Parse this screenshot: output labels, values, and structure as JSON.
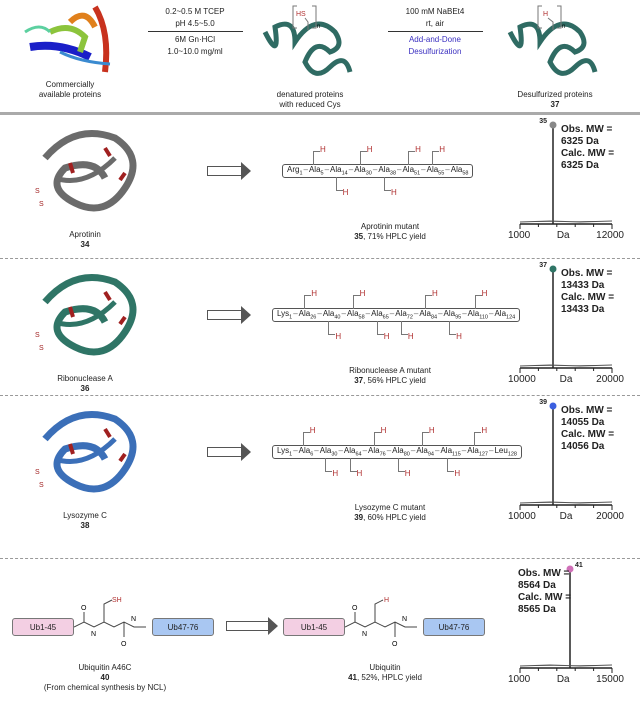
{
  "scheme": {
    "start_label_1": "Commercially",
    "start_label_2": "available proteins",
    "cond1": [
      "0.2~0.5 M TCEP",
      "pH 4.5~5.0",
      "6M Gn·HCl",
      "1.0~10.0 mg/ml"
    ],
    "mid_group": "HS",
    "mid_n": "n",
    "mid_label_1": "denatured proteins",
    "mid_label_2": "with reduced Cys",
    "cond2": [
      "100 mM NaBEt4",
      "rt, air"
    ],
    "cond2_blue": [
      "Add-and-Done",
      "Desulfurization"
    ],
    "end_group": "H",
    "end_n": "n",
    "end_label": "Desulfurized proteins",
    "end_num": "37"
  },
  "rows": [
    {
      "protein": "Aprotinin",
      "num": "34",
      "mutant": "Aprotinin mutant",
      "yield_num": "35",
      "yield": ", 71% HPLC yield",
      "seq": [
        {
          "n": "Arg",
          "s": "1"
        },
        {
          "n": "Ala",
          "s": "5",
          "h": "up"
        },
        {
          "n": "Ala",
          "s": "14",
          "h": "down"
        },
        {
          "n": "Ala",
          "s": "30",
          "h": "up"
        },
        {
          "n": "Ala",
          "s": "38",
          "h": "down"
        },
        {
          "n": "Ala",
          "s": "51",
          "h": "up"
        },
        {
          "n": "Ala",
          "s": "55",
          "h": "up"
        },
        {
          "n": "Ala",
          "s": "58"
        }
      ],
      "spec": {
        "peak_label": "35",
        "obs1": "Obs. MW =",
        "obs2": "6325 Da",
        "calc1": "Calc. MW =",
        "calc2": "6325 Da",
        "xmin": "1000",
        "xmax": "12000",
        "xunit": "Da",
        "color": "#888888"
      }
    },
    {
      "protein": "Ribonuclease A",
      "num": "36",
      "mutant": "Ribonuclease A mutant",
      "yield_num": "37",
      "yield": ", 56% HPLC yield",
      "seq": [
        {
          "n": "Lys",
          "s": "1"
        },
        {
          "n": "Ala",
          "s": "26",
          "h": "up"
        },
        {
          "n": "Ala",
          "s": "40",
          "h": "down"
        },
        {
          "n": "Ala",
          "s": "58",
          "h": "up"
        },
        {
          "n": "Ala",
          "s": "65",
          "h": "down"
        },
        {
          "n": "Ala",
          "s": "72",
          "h": "down"
        },
        {
          "n": "Ala",
          "s": "84",
          "h": "up"
        },
        {
          "n": "Ala",
          "s": "95",
          "h": "down"
        },
        {
          "n": "Ala",
          "s": "110",
          "h": "up"
        },
        {
          "n": "Ala",
          "s": "124"
        }
      ],
      "spec": {
        "peak_label": "37",
        "obs1": "Obs. MW =",
        "obs2": "13433 Da",
        "calc1": "Calc. MW =",
        "calc2": "13433 Da",
        "xmin": "10000",
        "xmax": "20000",
        "xunit": "Da",
        "color": "#2f7566"
      }
    },
    {
      "protein": "Lysozyme C",
      "num": "38",
      "mutant": "Lysozyme C mutant",
      "yield_num": "39",
      "yield": ", 60% HPLC yield",
      "seq": [
        {
          "n": "Lys",
          "s": "1"
        },
        {
          "n": "Ala",
          "s": "6",
          "h": "up"
        },
        {
          "n": "Ala",
          "s": "30",
          "h": "down"
        },
        {
          "n": "Ala",
          "s": "64",
          "h": "down"
        },
        {
          "n": "Ala",
          "s": "76",
          "h": "up"
        },
        {
          "n": "Ala",
          "s": "80",
          "h": "down"
        },
        {
          "n": "Ala",
          "s": "94",
          "h": "up"
        },
        {
          "n": "Ala",
          "s": "115",
          "h": "down"
        },
        {
          "n": "Ala",
          "s": "127",
          "h": "up"
        },
        {
          "n": "Leu",
          "s": "128"
        }
      ],
      "spec": {
        "peak_label": "39",
        "obs1": "Obs. MW =",
        "obs2": "14055 Da",
        "calc1": "Calc. MW =",
        "calc2": "14056 Da",
        "xmin": "10000",
        "xmax": "20000",
        "xunit": "Da",
        "color": "#3b5fe0"
      }
    }
  ],
  "ubiquitin": {
    "left_block": "Ub1-45",
    "right_block": "Ub47-76",
    "sh": "SH",
    "h": "H",
    "o": "O",
    "nh": "H",
    "n": "N",
    "start_name": "Ubiquitin A46C",
    "start_num": "40",
    "start_note": "(From chemical synthesis by NCL)",
    "product_name": "Ubiquitin",
    "product_num": "41",
    "product_yield": ", 52%, HPLC yield",
    "spec": {
      "peak_label": "41",
      "obs1": "Obs. MW =",
      "obs2": "8564 Da",
      "calc1": "Calc. MW =",
      "calc2": "8565 Da",
      "xmin": "1000",
      "xmax": "15000",
      "xunit": "Da",
      "color": "#d070b8"
    }
  }
}
